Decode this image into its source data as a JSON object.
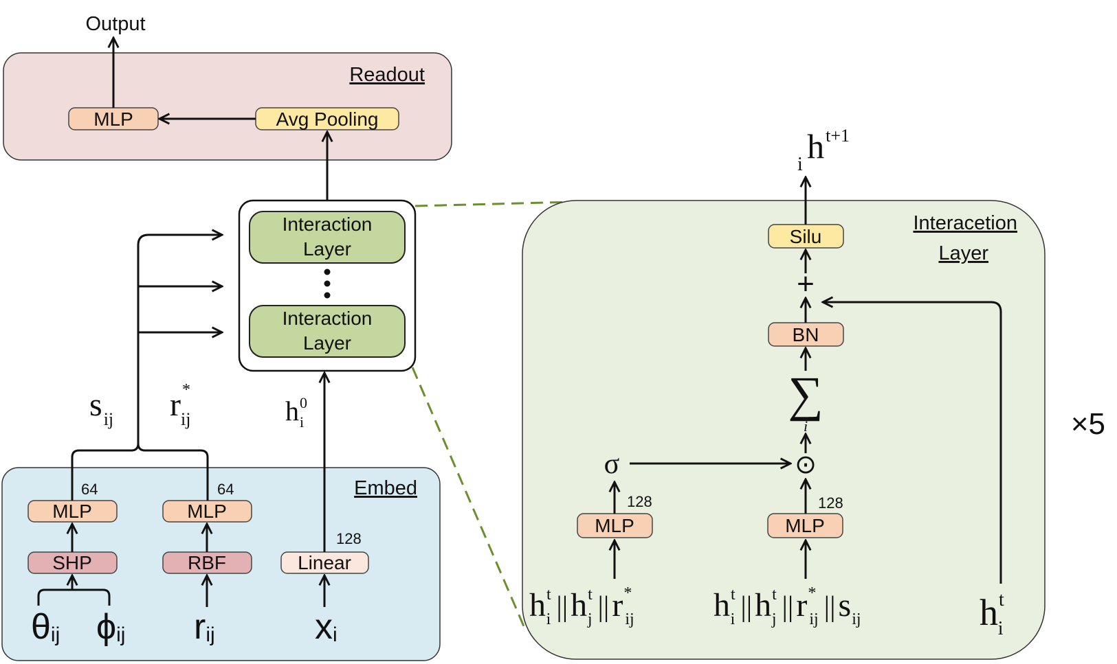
{
  "output_label": "Output",
  "panels": {
    "readout": "Readout",
    "embed": "Embed",
    "interaction_title_1": "Interacetion",
    "interaction_title_2": "Layer"
  },
  "readout": {
    "mlp": "MLP",
    "avg_pooling": "Avg Pooling"
  },
  "stack": {
    "layer_top_1": "Interaction",
    "layer_top_2": "Layer",
    "layer_bottom_1": "Interaction",
    "layer_bottom_2": "Layer"
  },
  "embed": {
    "mlp_left": "MLP",
    "mlp_left_dim": "64",
    "mlp_mid": "MLP",
    "mlp_mid_dim": "64",
    "shp": "SHP",
    "rbf": "RBF",
    "linear": "Linear",
    "linear_dim": "128",
    "theta": "θ",
    "theta_sub": "ij",
    "phi": "ϕ",
    "phi_sub": "ij",
    "r": "r",
    "r_sub": "ij",
    "x": "x",
    "x_sub": "i"
  },
  "mid_labels": {
    "s": "s",
    "s_sub": "ij",
    "r": "r",
    "r_sup": "*",
    "r_sub": "ij",
    "h": "h",
    "h_sup": "0",
    "h_sub": "i"
  },
  "detail": {
    "silu": "Silu",
    "plus": "+",
    "bn": "BN",
    "sum": "∑",
    "sum_sub": "i",
    "odot": "⊙",
    "sigma": "σ",
    "mlp_left": "MLP",
    "mlp_left_dim": "128",
    "mlp_right": "MLP",
    "mlp_right_dim": "128",
    "out_h": "h",
    "out_sup": "t+1",
    "out_sub": "i",
    "h": "h",
    "t": "t",
    "i": "i",
    "j": "j",
    "r": "r",
    "star": "*",
    "ij": "ij",
    "s": "s",
    "sep": "||"
  },
  "repeat_label": "×5",
  "colors": {
    "readout_bg": "#f1dcdc",
    "embed_bg": "#d8eaf2",
    "interaction_bg": "#e9f0df",
    "mlp_fill": "#f8d0b4",
    "pool_fill": "#fde9a2",
    "silu_fill": "#fde9a2",
    "shp_fill": "#e3b0b4",
    "linear_fill": "#fce7df",
    "layer_fill": "#c3d79f",
    "dash": "#6b8e2e"
  }
}
